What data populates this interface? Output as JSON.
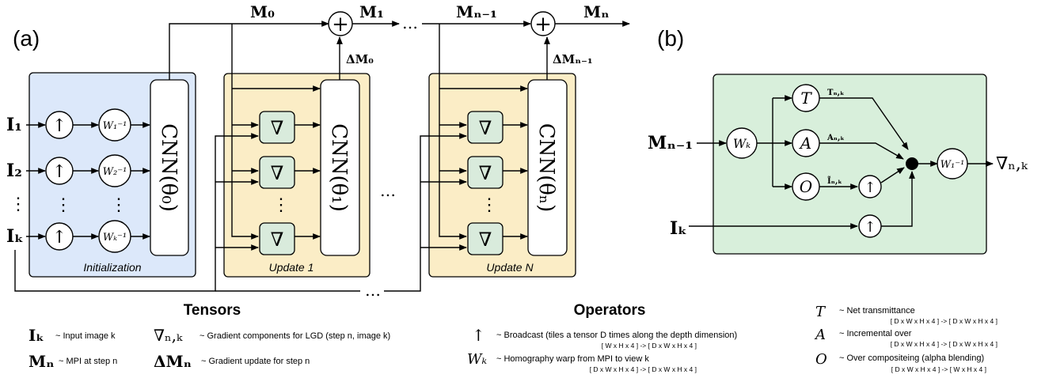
{
  "panel_a": {
    "label": "(a)",
    "init_caption": "Initialization",
    "update1_caption": "Update 1",
    "updateN_caption": "Update N",
    "cnn0": "CNN(θ₀)",
    "cnn1": "CNN(θ₁)",
    "cnnN": "CNN(θₙ)",
    "inputs": [
      "I₁",
      "I₂",
      "⋮",
      "Iₖ"
    ],
    "warp_labels": [
      "W₁⁻¹",
      "W₂⁻¹",
      "Wₖ⁻¹"
    ],
    "mpi_labels": [
      "M₀",
      "M₁",
      "Mₙ₋₁",
      "Mₙ"
    ],
    "delta_labels": [
      "ΔM₀",
      "ΔMₙ₋₁"
    ],
    "ellipsis": "…",
    "vdots": "⋮",
    "plus": "+",
    "up": "↑",
    "grad": "∇"
  },
  "panel_b": {
    "label": "(b)",
    "mn1": "Mₙ₋₁",
    "ik": "Iₖ",
    "wk": "Wₖ",
    "t": "T",
    "a": "A",
    "o": "O",
    "t_out": "Tₙ,ₖ",
    "a_out": "Aₙ,ₖ",
    "o_out": "Ĩₙ,ₖ",
    "winv": "W₁⁻¹",
    "grad_out": "∇ₙ,ₖ",
    "up": "↑"
  },
  "legend": {
    "tensors_title": "Tensors",
    "operators_title": "Operators",
    "tensors": [
      {
        "sym": "Iₖ",
        "desc": "~ Input image k"
      },
      {
        "sym": "Mₙ",
        "desc": "~ MPI at step n"
      },
      {
        "sym": "∇ₙ,ₖ",
        "desc": "~ Gradient components for LGD (step n, image k)"
      },
      {
        "sym": "ΔMₙ",
        "desc": "~ Gradient update for step n"
      }
    ],
    "operators": [
      {
        "sym": "↑",
        "desc": "~ Broadcast (tiles a tensor D times along the depth dimension)",
        "shape": "[ W x H x 4 ] -> [ D x W x H x 4 ]"
      },
      {
        "sym": "Wₖ",
        "desc": "~ Homography warp from MPI to view k",
        "shape": "[ D x W x H x 4 ] -> [ D x W x H x 4 ]"
      }
    ],
    "operators2": [
      {
        "sym": "T",
        "desc": "~ Net transmittance",
        "shape": "[ D x W x H x 4 ] -> [ D x W x H x 4 ]"
      },
      {
        "sym": "A",
        "desc": "~ Incremental over",
        "shape": "[ D x W x H x 4 ] -> [ D x W x H x 4 ]"
      },
      {
        "sym": "O",
        "desc": "~ Over compositeing (alpha blending)",
        "shape": "[ D x W x H x 4 ] -> [ W x H x 4 ]"
      }
    ]
  },
  "colors": {
    "init_fill": "#dce8fa",
    "update_fill": "#fbedc6",
    "grad_fill": "#d9ebdc",
    "panel_b_fill": "#d8efdb",
    "stroke": "#000000"
  }
}
